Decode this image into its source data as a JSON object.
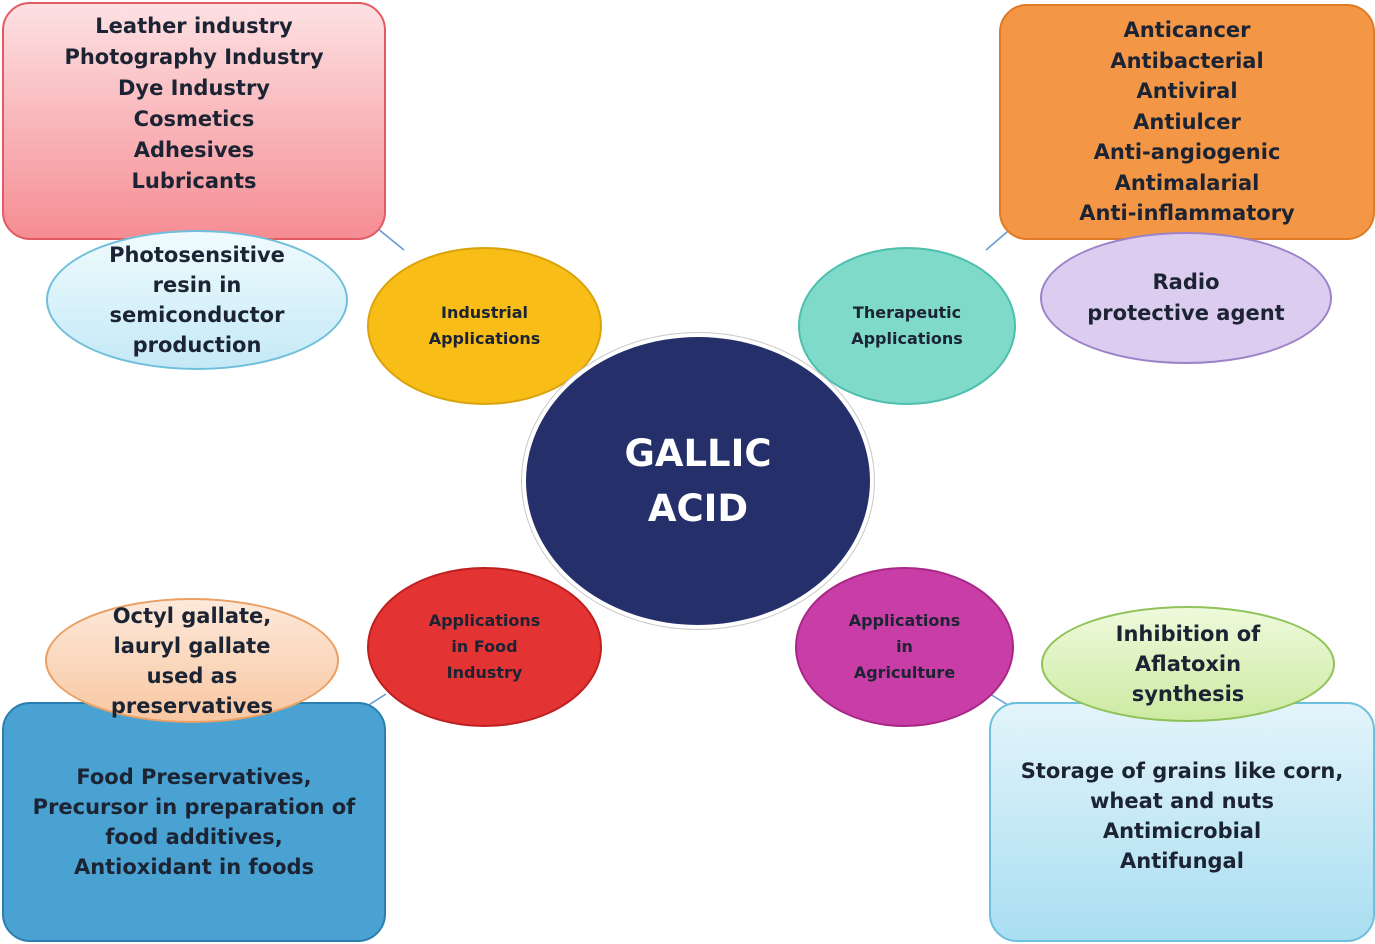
{
  "center": {
    "lines": [
      "GALLIC",
      "ACID"
    ]
  },
  "categories": {
    "industrial": {
      "lines": [
        "Industrial",
        "Applications"
      ]
    },
    "therapeutic": {
      "lines": [
        "Therapeutic",
        "Applications"
      ]
    },
    "food": {
      "lines": [
        "Applications",
        "in Food",
        "Industry"
      ]
    },
    "agriculture": {
      "lines": [
        "Applications",
        "in",
        "Agriculture"
      ]
    }
  },
  "boxes": {
    "industrial_uses": [
      "Leather industry",
      "Photography Industry",
      "Dye Industry",
      "Cosmetics",
      "Adhesives",
      "Lubricants"
    ],
    "therapeutic_uses": [
      "Anticancer",
      "Antibacterial",
      "Antiviral",
      "Antiulcer",
      "Anti-angiogenic",
      "Antimalarial",
      "Anti-inflammatory"
    ],
    "food_uses": [
      "Food Preservatives,",
      "Precursor in preparation of",
      "food additives,",
      "Antioxidant in foods"
    ],
    "agriculture_uses": [
      "Storage of grains like corn,",
      "wheat and nuts",
      "Antimicrobial",
      "Antifungal"
    ]
  },
  "ovals": {
    "photosensitive": [
      "Photosensitive",
      "resin in",
      "semiconductor",
      "production"
    ],
    "radio": [
      "Radio",
      "protective agent"
    ],
    "gallates": [
      "Octyl gallate,",
      "lauryl gallate",
      "used as",
      "preservatives"
    ],
    "aflatoxin": [
      "Inhibition of",
      "Aflatoxin",
      "synthesis"
    ]
  },
  "colors": {
    "center": "#25306b",
    "industrial": "#f8bd17",
    "therapeutic": "#7fdaca",
    "food": "#e33333",
    "agriculture": "#c93ea6",
    "connector": "#6b9bd2"
  }
}
